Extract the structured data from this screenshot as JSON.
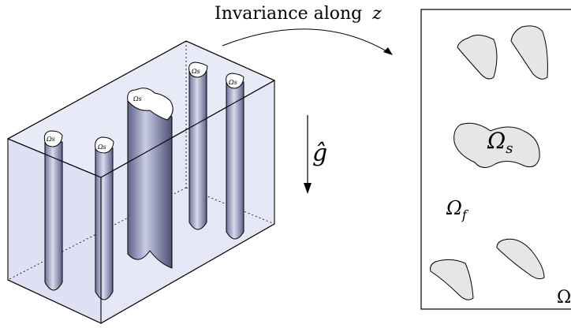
{
  "annotation": {
    "invariance_text": "Invariance along",
    "invariance_var": "z"
  },
  "gravity": {
    "label": "ĝ",
    "accent_color": "#000000"
  },
  "cylinders": {
    "labels": [
      "Ωs",
      "Ωs",
      "Ωs",
      "Ωs",
      "Ωs"
    ],
    "fill_color": "#9ea3c4",
    "box_color": "#d6d8f2"
  },
  "cross_section": {
    "solid_label_main": "Ω",
    "solid_label_sub": "s",
    "fluid_label_main": "Ω",
    "fluid_label_sub": "f",
    "corner_label_main": "Ω",
    "solid_fill": "#e6e6e6"
  }
}
